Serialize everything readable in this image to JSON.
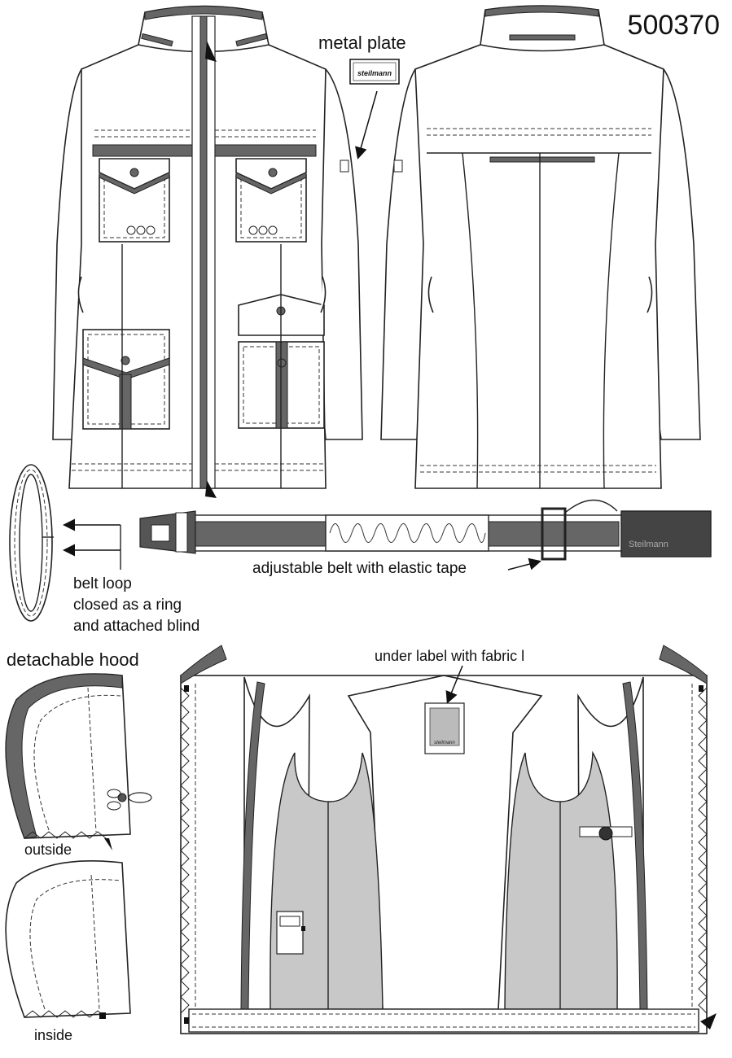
{
  "article_number": "500370",
  "labels": {
    "metal_plate": "metal plate",
    "plate_brand": "steilmann",
    "belt_loop_line1": "belt loop",
    "belt_loop_line2": "closed as a ring",
    "belt_loop_line3": "and attached blind",
    "adjustable_belt": "adjustable belt with elastic tape",
    "belt_brand": "Steilmann",
    "detachable_hood": "detachable hood",
    "hood_outside": "outside",
    "hood_inside": "inside",
    "under_label": "under label with fabric l",
    "label_brand": "steilmann"
  },
  "colors": {
    "outline": "#222222",
    "trim_gray": "#666666",
    "lining_gray": "#c8c8c8",
    "background": "#ffffff"
  }
}
